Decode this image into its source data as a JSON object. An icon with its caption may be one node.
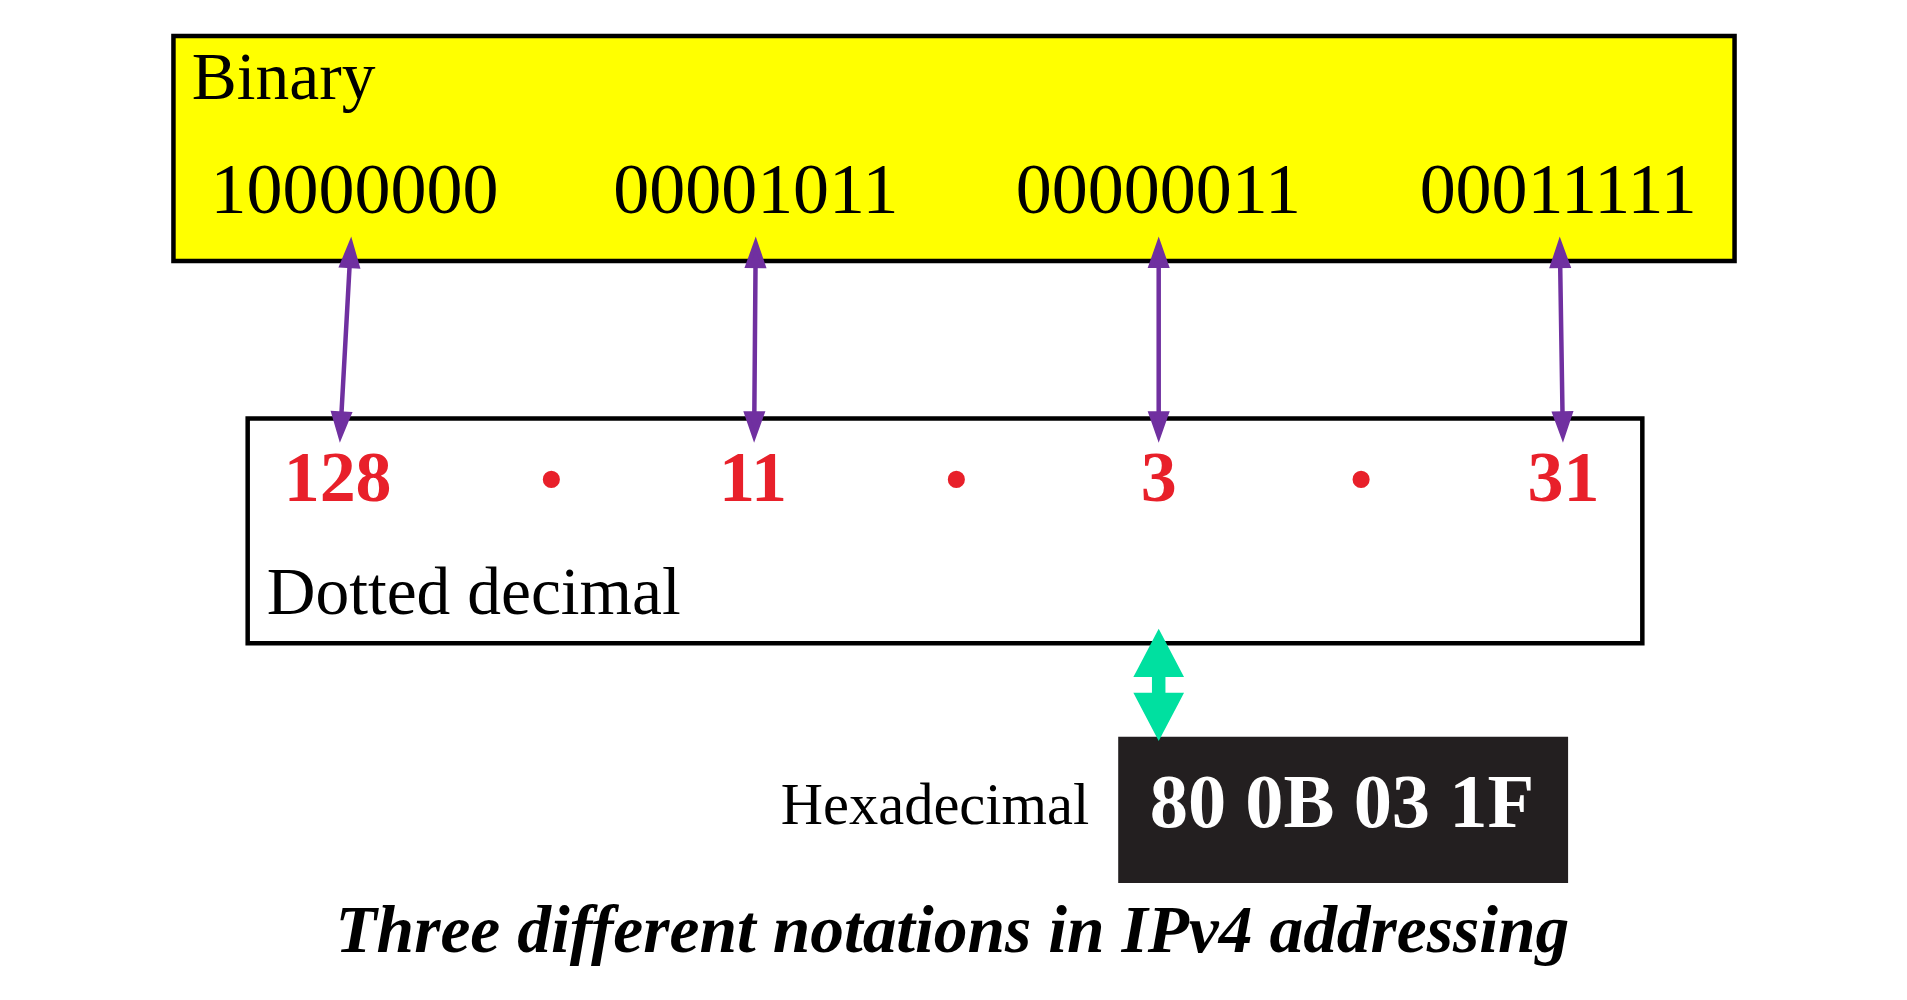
{
  "diagram": {
    "caption": "Three different notations in IPv4 addressing",
    "nodes": [
      {
        "text": [
          "Binary"
        ]
      },
      {
        "text": [
          "10000000"
        ],
        "in": 0
      },
      {
        "text": [
          "00001011"
        ],
        "in": 0
      },
      {
        "text": [
          "00000011"
        ],
        "in": 0
      },
      {
        "text": [
          "00011111"
        ],
        "in": 0
      },
      {
        "text": [
          "Dotted decimal"
        ]
      },
      {
        "text": [
          "128"
        ],
        "in": 5
      },
      {
        "text": [
          "11"
        ],
        "in": 5
      },
      {
        "text": [
          "3"
        ],
        "in": 5
      },
      {
        "text": [
          "31"
        ],
        "in": 5
      },
      {
        "text": [
          "Hexadecimal",
          "80 0B 03 1F"
        ]
      }
    ],
    "edges": [
      {
        "from": 1,
        "to": 6,
        "arrow": "both",
        "color": "#7030a0"
      },
      {
        "from": 2,
        "to": 7,
        "arrow": "both",
        "color": "#7030a0"
      },
      {
        "from": 3,
        "to": 8,
        "arrow": "both",
        "color": "#7030a0"
      },
      {
        "from": 4,
        "to": 9,
        "arrow": "both",
        "color": "#7030a0"
      },
      {
        "from": 5,
        "to": 10,
        "arrow": "both",
        "style": "thick",
        "color": "#00e0a0"
      }
    ],
    "labels": [
      "•",
      "•",
      "•"
    ]
  }
}
